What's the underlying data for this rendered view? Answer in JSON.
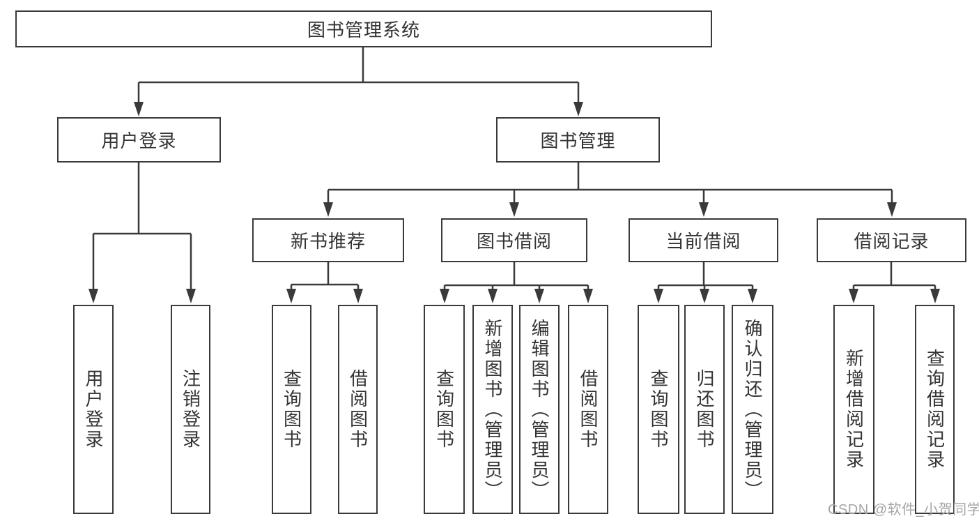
{
  "colors": {
    "line": "#3a3a3a",
    "text": "#333333",
    "watermark": "#a6a6a6",
    "background": "#ffffff"
  },
  "watermark": "CSDN @软件_小贺同学",
  "tree": {
    "root": "图书管理系统",
    "children": [
      {
        "label": "用户登录",
        "children": [
          {
            "label": "用户登录"
          },
          {
            "label": "注销登录"
          }
        ]
      },
      {
        "label": "图书管理",
        "children": [
          {
            "label": "新书推荐",
            "children": [
              {
                "label": "查询图书"
              },
              {
                "label": "借阅图书"
              }
            ]
          },
          {
            "label": "图书借阅",
            "children": [
              {
                "label": "查询图书"
              },
              {
                "label": "新增图书（管理员）"
              },
              {
                "label": "编辑图书（管理员）"
              },
              {
                "label": "借阅图书"
              }
            ]
          },
          {
            "label": "当前借阅",
            "children": [
              {
                "label": "查询图书"
              },
              {
                "label": "归还图书"
              },
              {
                "label": "确认归还（管理员）"
              }
            ]
          },
          {
            "label": "借阅记录",
            "children": [
              {
                "label": "新增借阅记录"
              },
              {
                "label": "查询借阅记录"
              }
            ]
          }
        ]
      }
    ]
  }
}
